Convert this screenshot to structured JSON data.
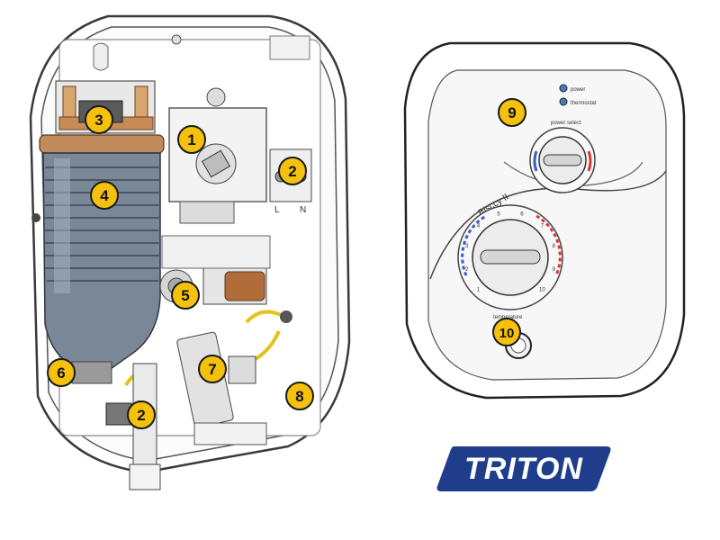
{
  "colors": {
    "badge_fill": "#f4c20d",
    "logo_blue": "#1f3d8a",
    "outline": "#3a3a3a",
    "heater_can": "#7a8796",
    "copper": "#c98b56"
  },
  "callouts": [
    "1",
    "2",
    "3",
    "4",
    "5",
    "2",
    "6",
    "7",
    "8",
    "9",
    "10"
  ],
  "control_panel": {
    "indicator_1": "power",
    "indicator_2": "thermostat",
    "power_select_label": "power select",
    "model_name": "Bisccy II",
    "temp_label": "temperature",
    "temp_scale": [
      "1",
      "2",
      "3",
      "4",
      "5",
      "6",
      "7",
      "8",
      "9",
      "10"
    ]
  },
  "board_labels": {
    "terminal_l": "L",
    "terminal_n": "N"
  },
  "logo_text": "TRITON"
}
